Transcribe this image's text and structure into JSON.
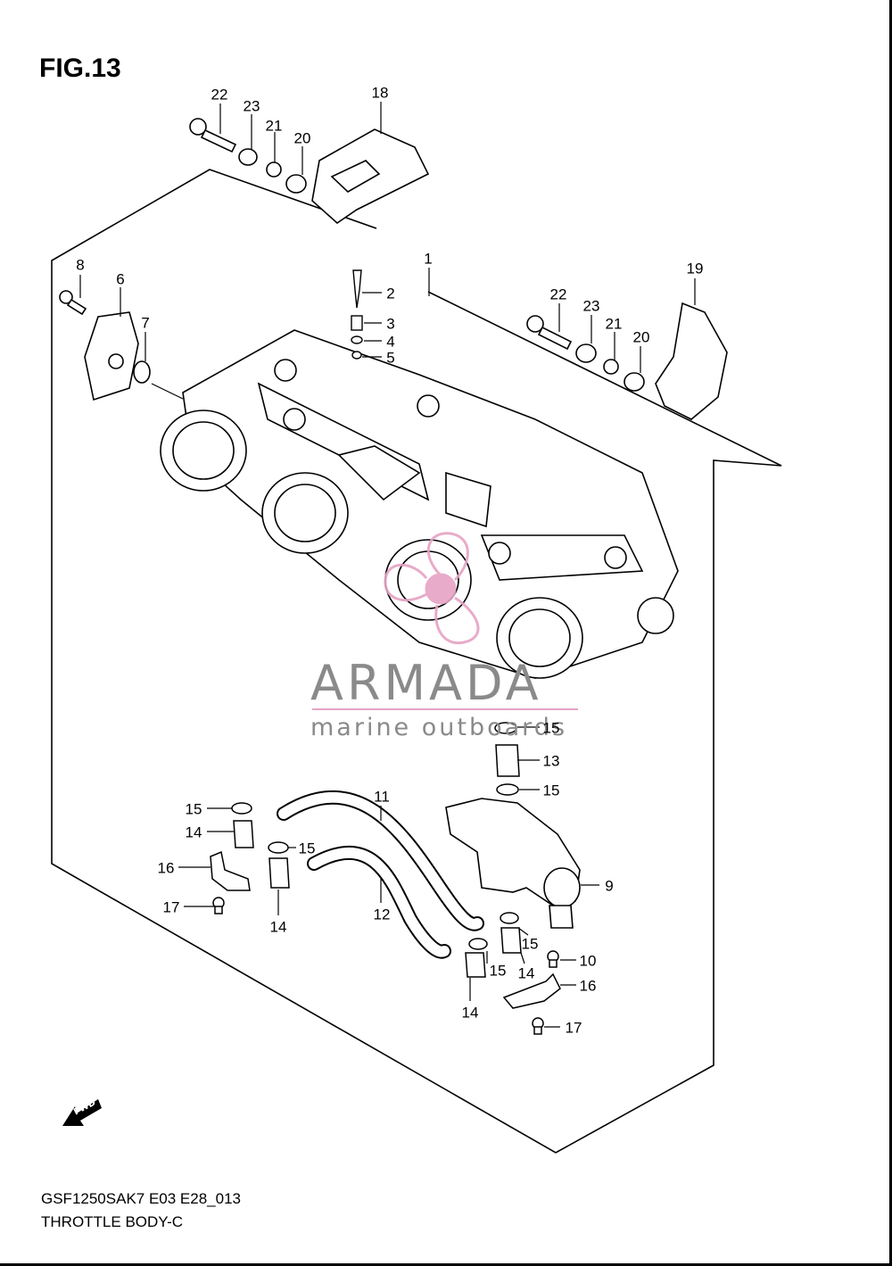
{
  "figure": {
    "title": "FIG.13"
  },
  "callouts": [
    "22",
    "23",
    "21",
    "20",
    "18",
    "1",
    "8",
    "6",
    "7",
    "2",
    "3",
    "4",
    "5",
    "22",
    "23",
    "21",
    "20",
    "19",
    "15",
    "13",
    "15",
    "11",
    "15",
    "14",
    "15",
    "16",
    "17",
    "14",
    "12",
    "9",
    "15",
    "15",
    "14",
    "10",
    "14",
    "16",
    "17"
  ],
  "watermark": {
    "brand": "ARMADA",
    "tagline": "marine outboards",
    "accent_color": "#e6a3c4",
    "text_color": "#8a8a8a"
  },
  "fwd_badge": {
    "label": "FWD",
    "icon": "fwd-arrow-icon"
  },
  "footer": {
    "model_code": "GSF1250SAK7 E03 E28_013",
    "section_name": "THROTTLE BODY-C"
  }
}
